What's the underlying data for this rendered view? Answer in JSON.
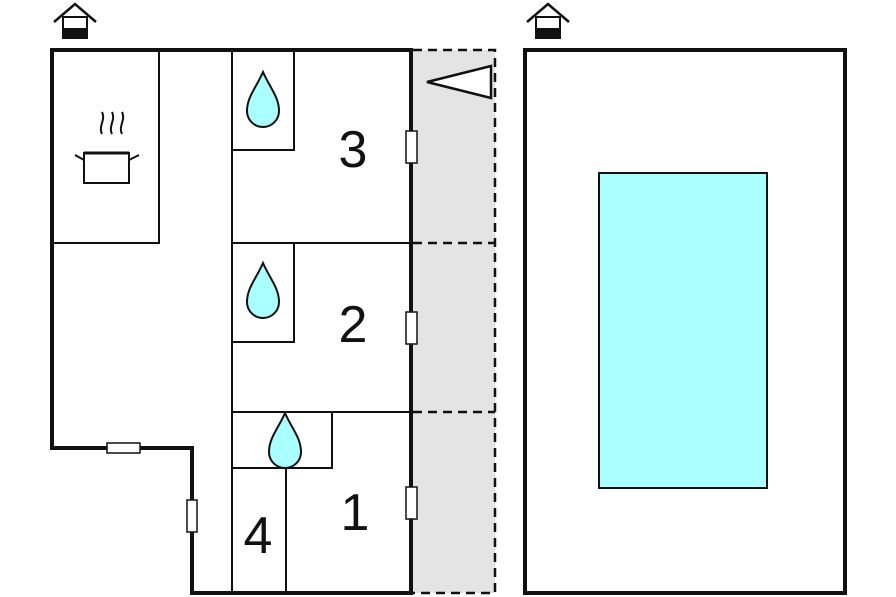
{
  "rooms": [
    {
      "id": "room-3",
      "label": "3"
    },
    {
      "id": "room-2",
      "label": "2"
    },
    {
      "id": "room-1",
      "label": "1"
    },
    {
      "id": "room-4",
      "label": "4"
    }
  ],
  "icons": {
    "entrance": "house-entrance-icon",
    "kitchen": "cooking-pot-icon",
    "bathroom": "water-drop-icon",
    "direction": "direction-triangle-icon"
  },
  "colors": {
    "wall": "#111111",
    "terrace": "#e4e4e4",
    "pool": "#aaffff",
    "background": "#ffffff"
  }
}
